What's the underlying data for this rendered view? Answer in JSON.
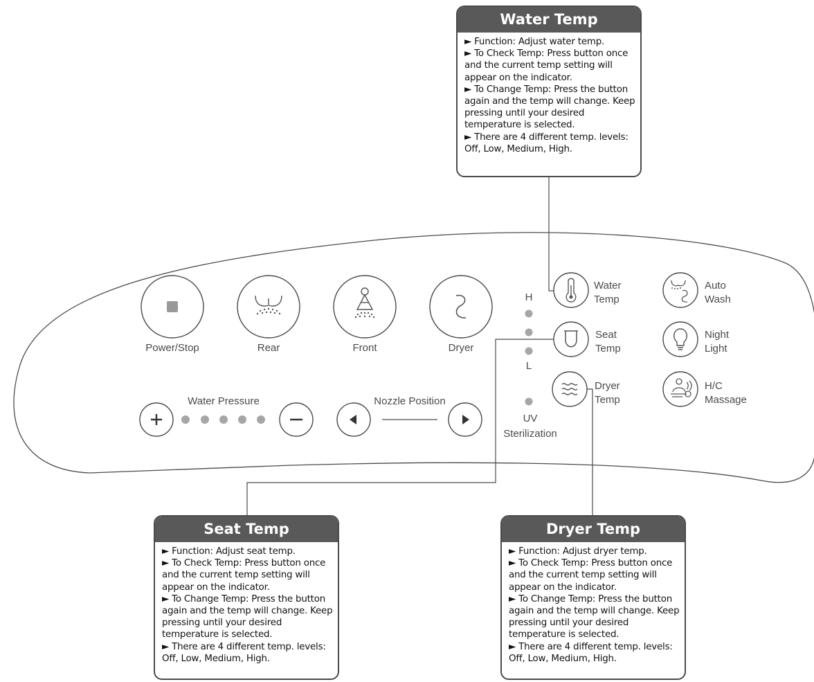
{
  "panel": {
    "buttons": {
      "power_stop": "Power/Stop",
      "rear": "Rear",
      "front": "Front",
      "dryer": "Dryer"
    },
    "water_pressure": {
      "label": "Water Pressure",
      "plus": "+",
      "minus": "−",
      "levels": 5
    },
    "nozzle_position": {
      "label": "Nozzle Position"
    },
    "indicator": {
      "high": "H",
      "low": "L",
      "uv_line1": "UV",
      "uv_line2": "Sterilization"
    },
    "functions": {
      "water_temp_1": "Water",
      "water_temp_2": "Temp",
      "seat_temp_1": "Seat",
      "seat_temp_2": "Temp",
      "dryer_temp_1": "Dryer",
      "dryer_temp_2": "Temp",
      "auto_wash_1": "Auto",
      "auto_wash_2": "Wash",
      "night_light_1": "Night",
      "night_light_2": "Light",
      "massage_1": "H/C",
      "massage_2": "Massage"
    }
  },
  "callouts": {
    "water_temp": {
      "title": "Water Temp",
      "lines": [
        "► Function: Adjust water temp.",
        "► To Check Temp: Press button once and the current temp setting will appear on the indicator.",
        "► To Change Temp: Press the button again and the temp will change. Keep pressing until your desired temperature is selected.",
        "► There are 4 different temp. levels: Off, Low, Medium, High."
      ]
    },
    "seat_temp": {
      "title": "Seat Temp",
      "lines": [
        "► Function: Adjust seat temp.",
        "► To Check Temp: Press button once and the current temp setting will appear on the indicator.",
        "► To Change Temp: Press the button again and the temp will change. Keep pressing until your desired temperature is selected.",
        "► There are 4 different temp. levels: Off, Low, Medium, High."
      ]
    },
    "dryer_temp": {
      "title": "Dryer Temp",
      "lines": [
        "► Function: Adjust dryer temp.",
        "► To Check Temp: Press button once and the current temp setting will appear on the indicator.",
        "► To Change Temp: Press the button again and the temp will change. Keep pressing until your desired temperature is selected.",
        "► There are 4 different temp. levels: Off, Low, Medium, High."
      ]
    }
  },
  "colors": {
    "outline": "#4a4a4a",
    "dot": "#a6a6a6",
    "callout_header": "#595959"
  }
}
